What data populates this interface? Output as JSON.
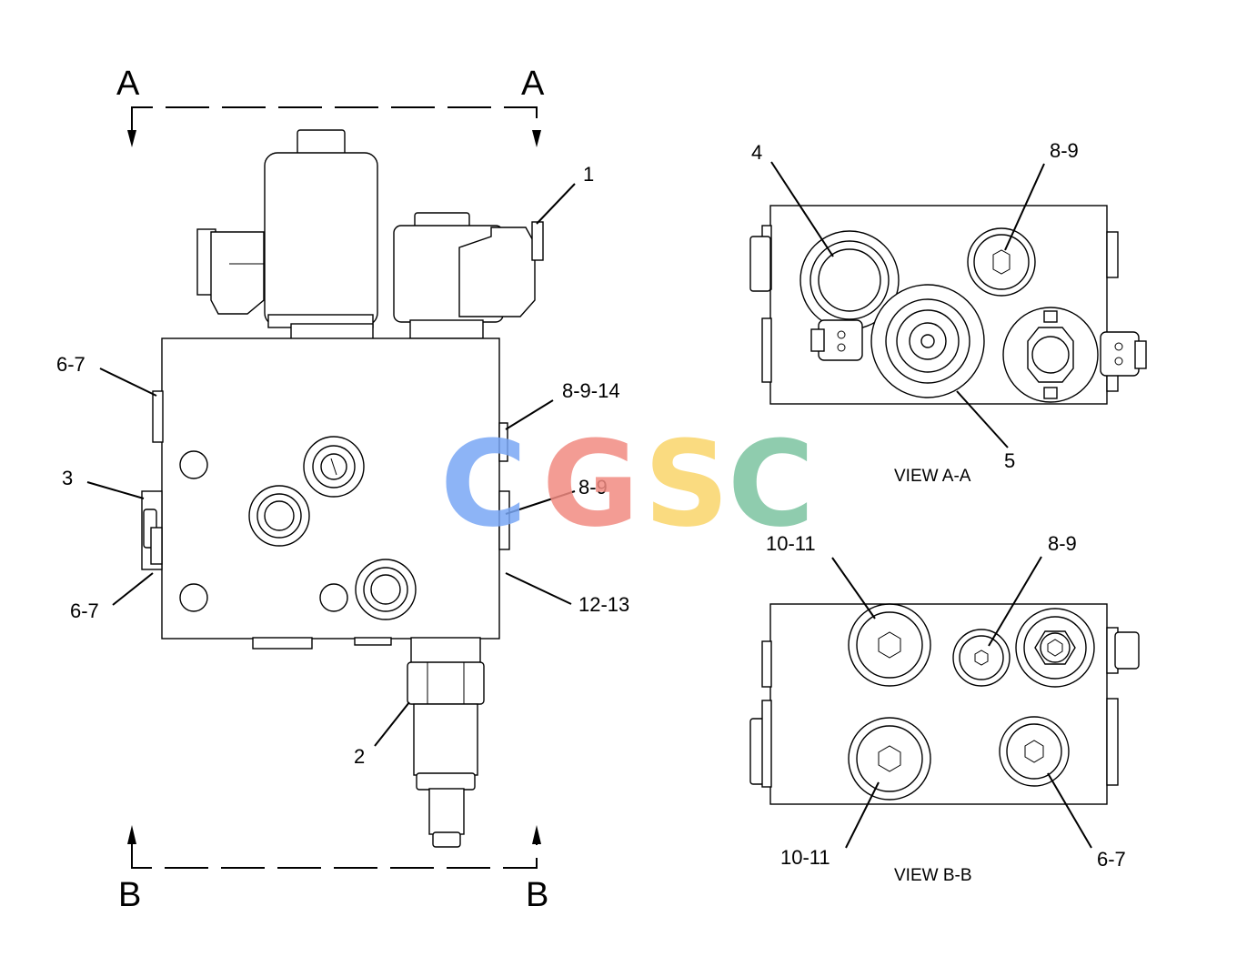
{
  "section_marks": {
    "a_left": "A",
    "a_right": "A",
    "b_left": "B",
    "b_right": "B"
  },
  "callouts": {
    "c1": "1",
    "c2": "2",
    "c3": "3",
    "c4": "4",
    "c5": "5",
    "c67_top": "6-7",
    "c67_mid": "6-7",
    "c8914": "8-9-14",
    "c89_main": "8-9",
    "c1213": "12-13",
    "c89_viewA": "8-9",
    "c1011_top": "10-11",
    "c89_viewB": "8-9",
    "c1011_bottom": "10-11",
    "c67_viewB": "6-7"
  },
  "view_labels": {
    "view_a": "VIEW A-A",
    "view_b": "VIEW B-B"
  },
  "watermark": {
    "letters": [
      "C",
      "G",
      "S",
      "C"
    ],
    "colors": [
      "#7aa7f5",
      "#f28b82",
      "#fad56b",
      "#7cc4a0"
    ]
  }
}
